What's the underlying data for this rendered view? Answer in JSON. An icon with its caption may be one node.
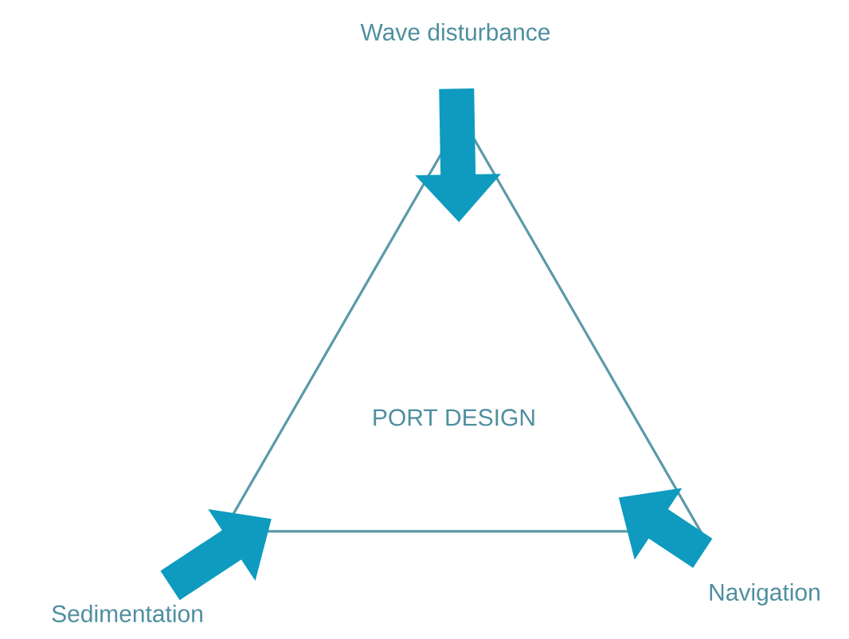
{
  "diagram": {
    "nodes": [
      {
        "text": [
          "PORT DESIGN"
        ]
      },
      {
        "text": [
          "Wave disturbance"
        ]
      },
      {
        "text": [
          "Sedimentation"
        ]
      },
      {
        "text": [
          "Navigation"
        ]
      }
    ],
    "edges": [
      {
        "from": 1,
        "to": 0,
        "arrow": "to"
      },
      {
        "from": 2,
        "to": 0,
        "arrow": "to"
      },
      {
        "from": 3,
        "to": 0,
        "arrow": "to"
      }
    ]
  }
}
